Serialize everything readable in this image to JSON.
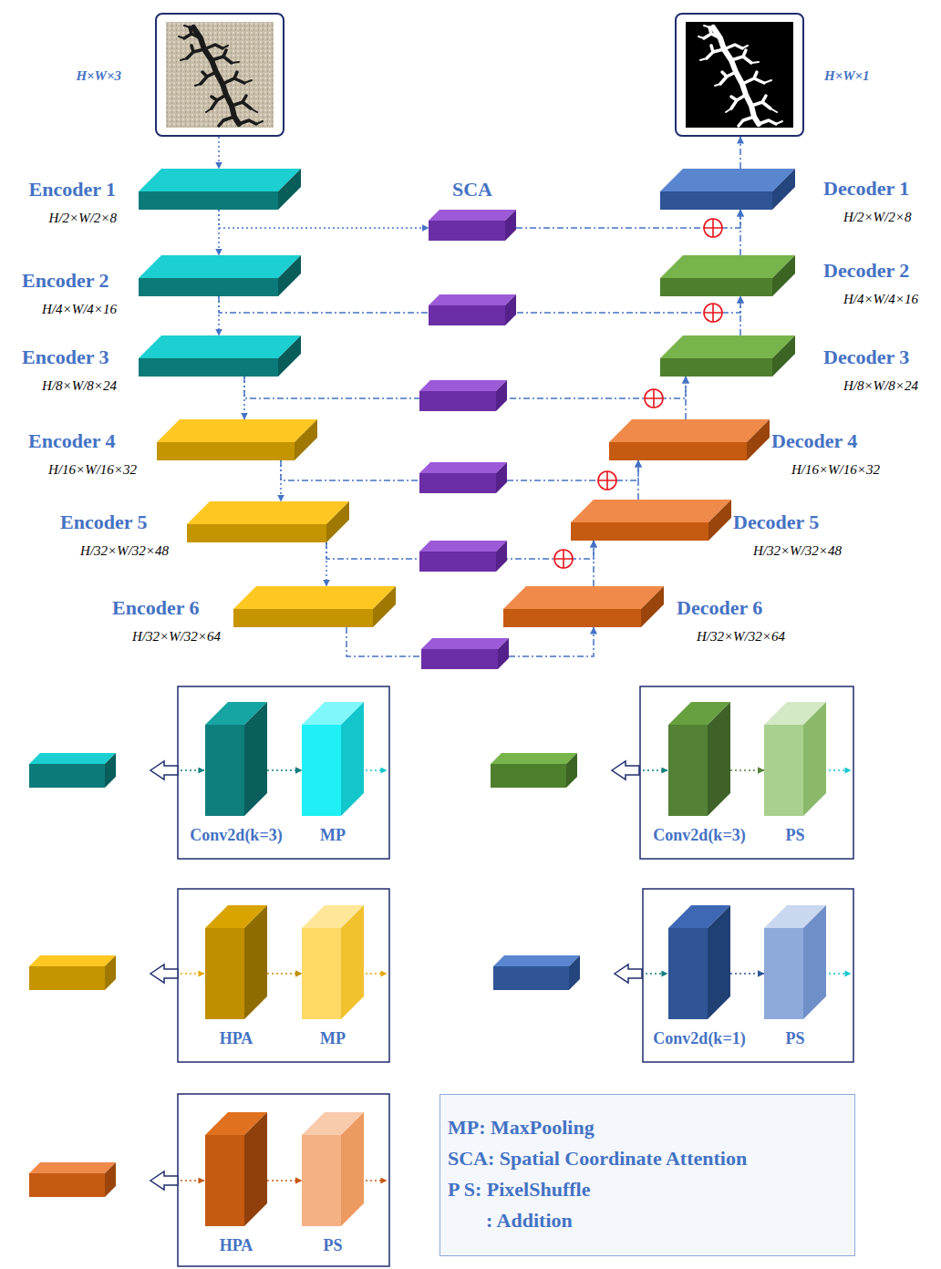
{
  "diagram": {
    "nodes": [
      {
        "text": [
          "H×W×3"
        ]
      },
      {
        "text": [
          "H×W×1"
        ]
      },
      {
        "text": [
          "Encoder 1",
          "H/2×W/2×8"
        ]
      },
      {
        "text": [
          "SCA"
        ]
      },
      {
        "text": [
          "Decoder 1",
          "H/2×W/2×8"
        ]
      },
      {
        "text": [
          "Encoder 2",
          "H/4×W/4×16"
        ]
      },
      {
        "text": [
          "Decoder 2",
          "H/4×W/4×16"
        ]
      },
      {
        "text": [
          "Encoder 3",
          "H/8×W/8×24"
        ]
      },
      {
        "text": [
          "Decoder 3",
          "H/8×W/8×24"
        ]
      },
      {
        "text": [
          "Encoder 4",
          "H/16×W/16×32"
        ]
      },
      {
        "text": [
          "Decoder 4",
          "H/16×W/16×32"
        ]
      },
      {
        "text": [
          "Encoder 5",
          "H/32×W/32×48"
        ]
      },
      {
        "text": [
          "Decoder 5",
          "H/32×W/32×48"
        ]
      },
      {
        "text": [
          "Encoder 6",
          "H/32×W/32×64"
        ]
      },
      {
        "text": [
          "Decoder 6",
          "H/32×W/32×64"
        ]
      },
      {
        "text": [
          "Conv2d(k=3)"
        ]
      },
      {
        "text": [
          "MP"
        ]
      },
      {
        "text": [
          "Conv2d(k=3)"
        ]
      },
      {
        "text": [
          "PS"
        ]
      },
      {
        "text": [
          "HPA"
        ]
      },
      {
        "text": [
          "MP"
        ]
      },
      {
        "text": [
          "Conv2d(k=1)"
        ]
      },
      {
        "text": [
          "PS"
        ]
      },
      {
        "text": [
          "HPA"
        ]
      },
      {
        "text": [
          "PS"
        ]
      },
      {
        "text": [
          "MP: MaxPooling",
          "SCA: Spatial Coordinate Attention",
          "P S: PixelShuffle",
          ": Addition"
        ]
      }
    ],
    "edges": [
      {
        "from": 0,
        "to": 2,
        "arrow": "to"
      },
      {
        "from": 2,
        "to": 5,
        "arrow": "to"
      },
      {
        "from": 5,
        "to": 7,
        "arrow": "to"
      },
      {
        "from": 7,
        "to": 9,
        "arrow": "to"
      },
      {
        "from": 9,
        "to": 11,
        "arrow": "to"
      },
      {
        "from": 11,
        "to": 13,
        "arrow": "to"
      },
      {
        "from": 2,
        "to": 3,
        "arrow": "to"
      },
      {
        "from": 3,
        "to": 4,
        "arrow": "to"
      },
      {
        "from": 5,
        "to": 6,
        "arrow": "to"
      },
      {
        "from": 7,
        "to": 8,
        "arrow": "to"
      },
      {
        "from": 9,
        "to": 10,
        "arrow": "to"
      },
      {
        "from": 11,
        "to": 12,
        "arrow": "to"
      },
      {
        "from": 13,
        "to": 14,
        "arrow": "to"
      },
      {
        "from": 14,
        "to": 12,
        "arrow": "to"
      },
      {
        "from": 12,
        "to": 10,
        "arrow": "to"
      },
      {
        "from": 10,
        "to": 8,
        "arrow": "to"
      },
      {
        "from": 8,
        "to": 6,
        "arrow": "to"
      },
      {
        "from": 6,
        "to": 4,
        "arrow": "to"
      },
      {
        "from": 4,
        "to": 1,
        "arrow": "to"
      },
      {
        "from": 15,
        "to": 16,
        "arrow": "to"
      },
      {
        "from": 17,
        "to": 18,
        "arrow": "to"
      },
      {
        "from": 19,
        "to": 20,
        "arrow": "to"
      },
      {
        "from": 21,
        "to": 22,
        "arrow": "to"
      },
      {
        "from": 23,
        "to": 24,
        "arrow": "to"
      }
    ]
  }
}
